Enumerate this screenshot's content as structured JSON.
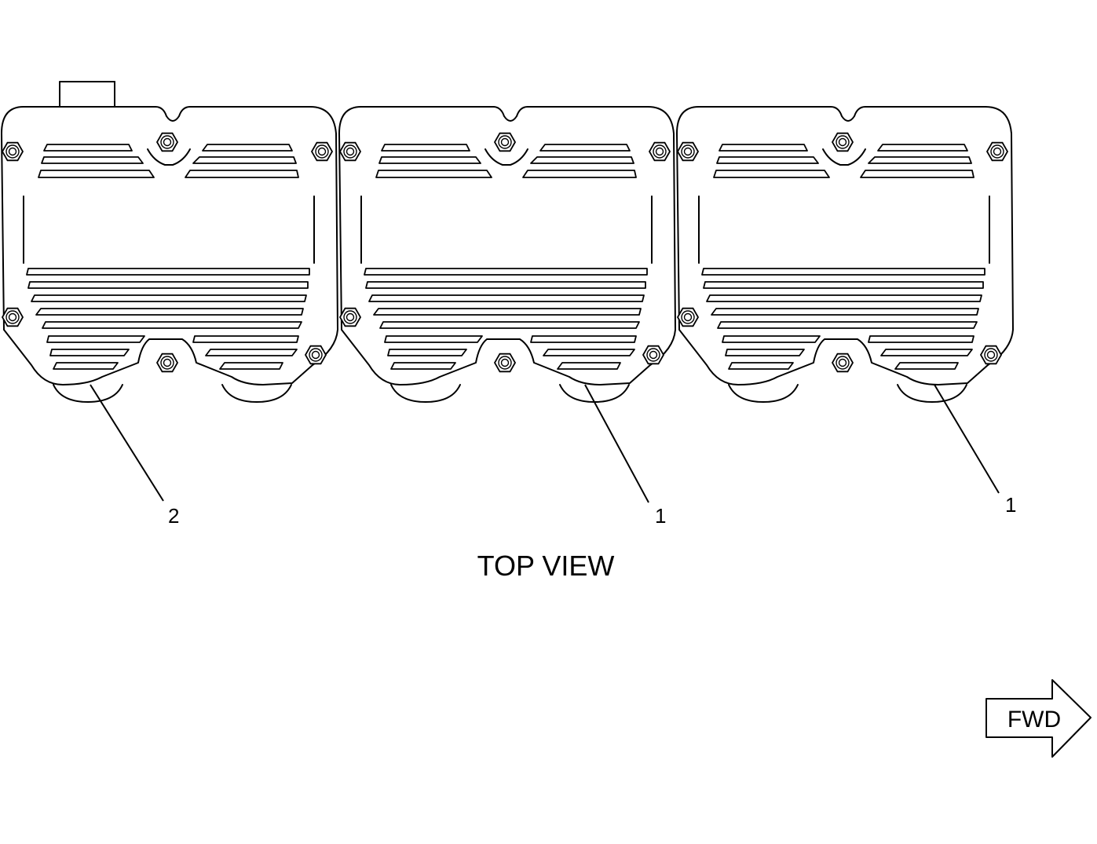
{
  "view_title": "TOP VIEW",
  "direction_label": "FWD",
  "callouts": [
    {
      "id": "cover-left",
      "label": "2"
    },
    {
      "id": "cover-middle",
      "label": "1"
    },
    {
      "id": "cover-right",
      "label": "1"
    }
  ],
  "colors": {
    "line": "#000000",
    "background": "#ffffff"
  }
}
